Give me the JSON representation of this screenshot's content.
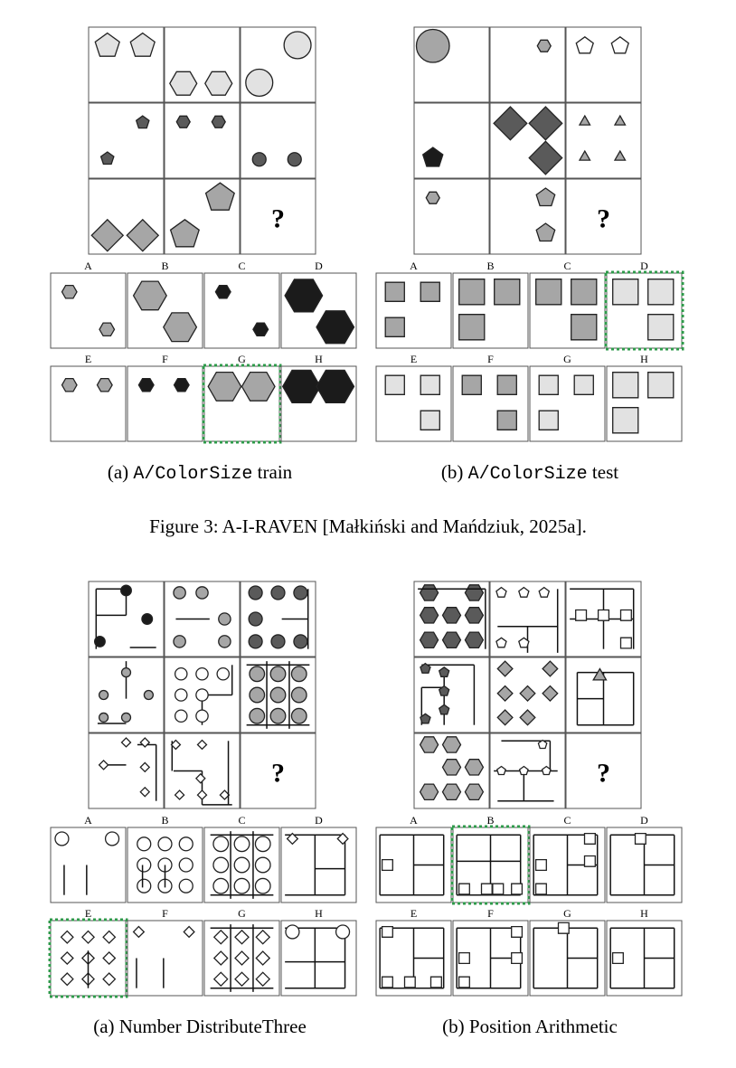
{
  "figure_caption": "Figure 3: A-I-RAVEN [Małkiński and Mańdziuk, 2025a].",
  "panels": {
    "a1": {
      "caption_prefix": "(a) ",
      "caption_code": "A/ColorSize",
      "caption_suffix": " train",
      "answer": "G"
    },
    "b1": {
      "caption_prefix": "(b) ",
      "caption_code": "A/ColorSize",
      "caption_suffix": " test",
      "answer": "D"
    },
    "a2": {
      "caption": "(a) Number DistributeThree",
      "answer": "E"
    },
    "b2": {
      "caption": "(b) Position Arithmetic",
      "answer": "B"
    }
  },
  "question_mark": "?",
  "answer_letters": [
    "A",
    "B",
    "C",
    "D",
    "E",
    "F",
    "G",
    "H"
  ],
  "colors": {
    "answer_highlight": "#2e9a4a",
    "light_gray": "#e2e2e2",
    "mid_gray": "#a6a6a6",
    "dark_gray": "#5a5a5a",
    "black": "#1b1b1b"
  }
}
